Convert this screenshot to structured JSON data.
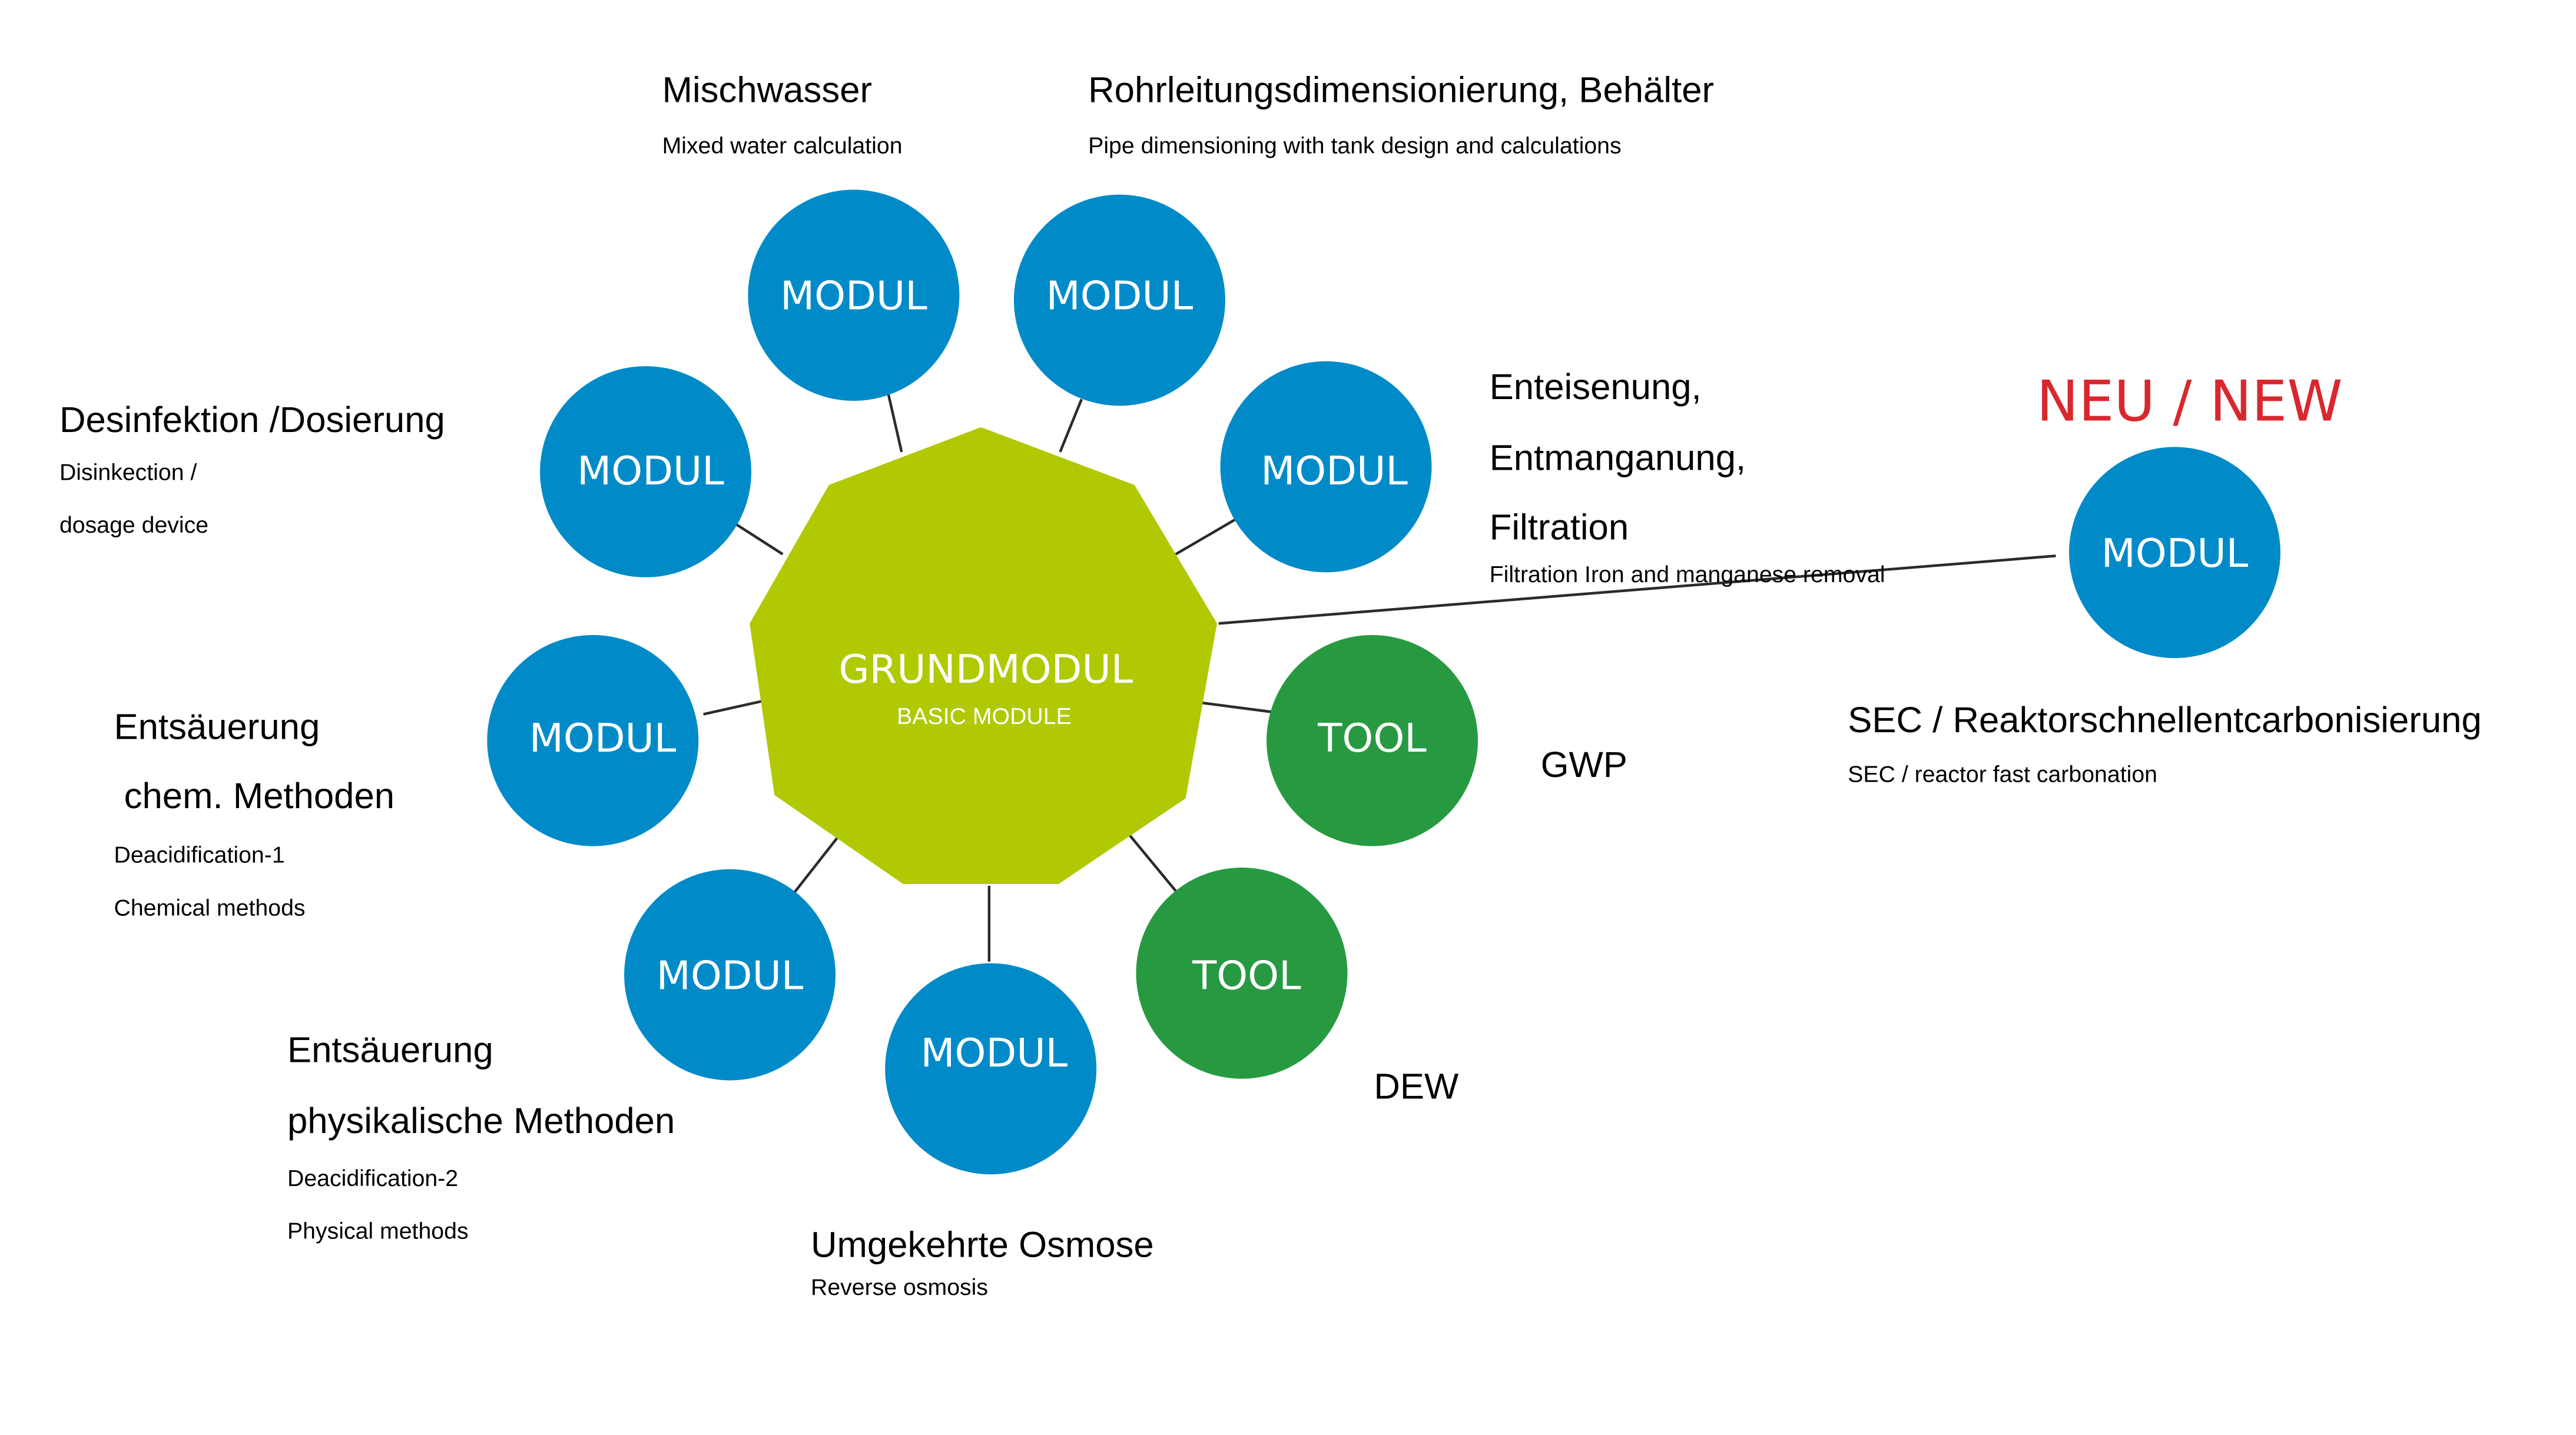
{
  "colors": {
    "modul": "#008bc8",
    "tool": "#279a41",
    "center": "#b0c903",
    "new": "#d8282e",
    "connector": "#2b2b2b"
  },
  "center": {
    "title": "GRUNDMODUL",
    "subtitle": "BASIC MODULE"
  },
  "nodes": [
    {
      "id": "mischwasser",
      "type": "modul",
      "text": "MODUL",
      "title": [
        "Mischwasser"
      ],
      "subtitle": [
        "Mixed water calculation"
      ]
    },
    {
      "id": "rohrleitung",
      "type": "modul",
      "text": "MODUL",
      "title": [
        "Rohrleitungsdimensionierung, Behälter"
      ],
      "subtitle": [
        "Pipe dimensioning with tank design and calculations"
      ]
    },
    {
      "id": "enteisenung",
      "type": "modul",
      "text": "MODUL",
      "title": [
        "Enteisenung,",
        "Entmanganung,",
        "Filtration"
      ],
      "subtitle": [
        "Filtration Iron and manganese removal"
      ]
    },
    {
      "id": "gwp",
      "type": "tool",
      "text": "TOOL",
      "title": [
        "GWP"
      ],
      "subtitle": []
    },
    {
      "id": "dew",
      "type": "tool",
      "text": "TOOL",
      "title": [
        "DEW"
      ],
      "subtitle": []
    },
    {
      "id": "osmose",
      "type": "modul",
      "text": "MODUL",
      "title": [
        "Umgekehrte Osmose"
      ],
      "subtitle": [
        "Reverse osmosis"
      ]
    },
    {
      "id": "entsaeuerung-phys",
      "type": "modul",
      "text": "MODUL",
      "title": [
        "Entsäuerung",
        "physikalische Methoden"
      ],
      "subtitle": [
        "Deacidification-2",
        "Physical methods"
      ]
    },
    {
      "id": "entsaeuerung-chem",
      "type": "modul",
      "text": "MODUL",
      "title": [
        "Entsäuerung",
        " chem. Methoden"
      ],
      "subtitle": [
        "Deacidification-1",
        "Chemical methods"
      ]
    },
    {
      "id": "desinfektion",
      "type": "modul",
      "text": "MODUL",
      "title": [
        "Desinfektion /Dosierung"
      ],
      "subtitle": [
        "Disinkection /",
        "dosage device"
      ]
    },
    {
      "id": "sec",
      "type": "modul",
      "text": "MODUL",
      "title": [
        "SEC / Reaktorschnellentcarbonisierung"
      ],
      "subtitle": [
        "SEC / reactor fast carbonation"
      ],
      "badge": "NEU / NEW"
    }
  ]
}
